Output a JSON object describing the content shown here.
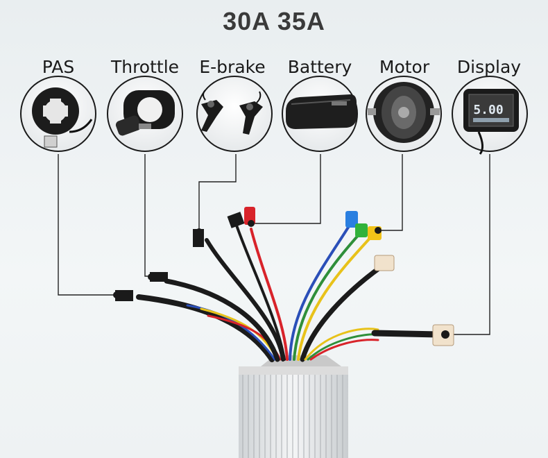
{
  "title": "30A 35A",
  "components": [
    {
      "label": "PAS",
      "icon": "pas-sensor-icon"
    },
    {
      "label": "Throttle",
      "icon": "throttle-icon"
    },
    {
      "label": "E-brake",
      "icon": "brake-lever-icon"
    },
    {
      "label": "Battery",
      "icon": "battery-icon"
    },
    {
      "label": "Motor",
      "icon": "hub-motor-icon"
    },
    {
      "label": "Display",
      "icon": "lcd-display-icon"
    }
  ],
  "display_screen_text": "5.00",
  "colors": {
    "line": "#222222",
    "wire_red": "#d8232a",
    "wire_blue": "#2b4fb8",
    "wire_green": "#2f8f3a",
    "wire_yellow": "#e8c21a",
    "wire_black": "#1b1b1b",
    "connector_blue": "#2a7fe0",
    "connector_green": "#31b23a",
    "connector_yellow": "#f2c318",
    "connector_red": "#d8232a"
  }
}
